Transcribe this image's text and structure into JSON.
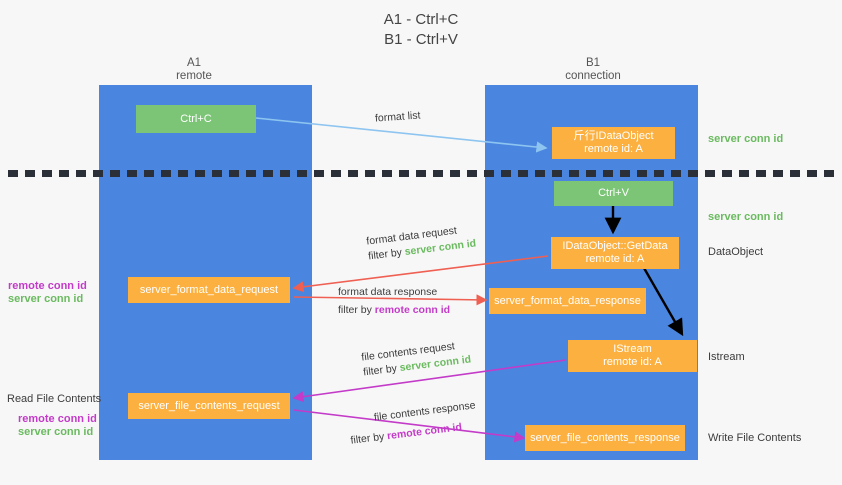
{
  "title": "A1 - Ctrl+C\nB1 - Ctrl+V",
  "columns": [
    {
      "name": "A1",
      "role": "remote"
    },
    {
      "name": "B1",
      "role": "connection"
    }
  ],
  "nodes": {
    "ctrl_c": "Ctrl+C",
    "ctrl_v": "Ctrl+V",
    "idataobject": "⽄⾏IDataObject\nremote id: A",
    "idataobject_getdata": "IDataObject::GetData\nremote id: A",
    "istream": "IStream\nremote id: A",
    "server_format_data_request": "server_format_data_request",
    "server_format_data_response": "server_format_data_response",
    "server_file_contents_request": "server_file_contents_request",
    "server_file_contents_response": "server_file_contents_response"
  },
  "side_labels": {
    "server_conn_id_1": "server conn id",
    "server_conn_id_2": "server conn id",
    "dataobject": "DataObject",
    "istream": "Istream",
    "write_file_contents": "Write File Contents",
    "read_file_contents": "Read File Contents",
    "remote_conn_id_mid": "remote conn id",
    "server_conn_id_mid": "server conn id",
    "remote_conn_id_low": "remote conn id",
    "server_conn_id_low": "server conn id"
  },
  "edges": {
    "format_list": "format list",
    "format_data_request": "format data request",
    "format_data_request_filter_prefix": "filter by ",
    "format_data_request_filter_value": "server conn id",
    "format_data_response": "format data response",
    "format_data_response_filter_prefix": "filter by ",
    "format_data_response_filter_value": "remote conn id",
    "file_contents_request": "file contents request",
    "file_contents_request_filter_prefix": "filter by ",
    "file_contents_request_filter_value": "server conn id",
    "file_contents_response": "file contents response",
    "file_contents_response_filter_prefix": "filter by ",
    "file_contents_response_filter_value": "remote conn id"
  },
  "colors": {
    "lane": "#4a86e0",
    "node_green": "#7cc576",
    "node_orange": "#fbb040",
    "accent_green": "#6aba5f",
    "accent_magenta": "#c33bc8",
    "arrow_red": "#ef5f52",
    "arrow_blue": "#8ec5f0",
    "arrow_black": "#000000",
    "divider": "#2b3038"
  }
}
